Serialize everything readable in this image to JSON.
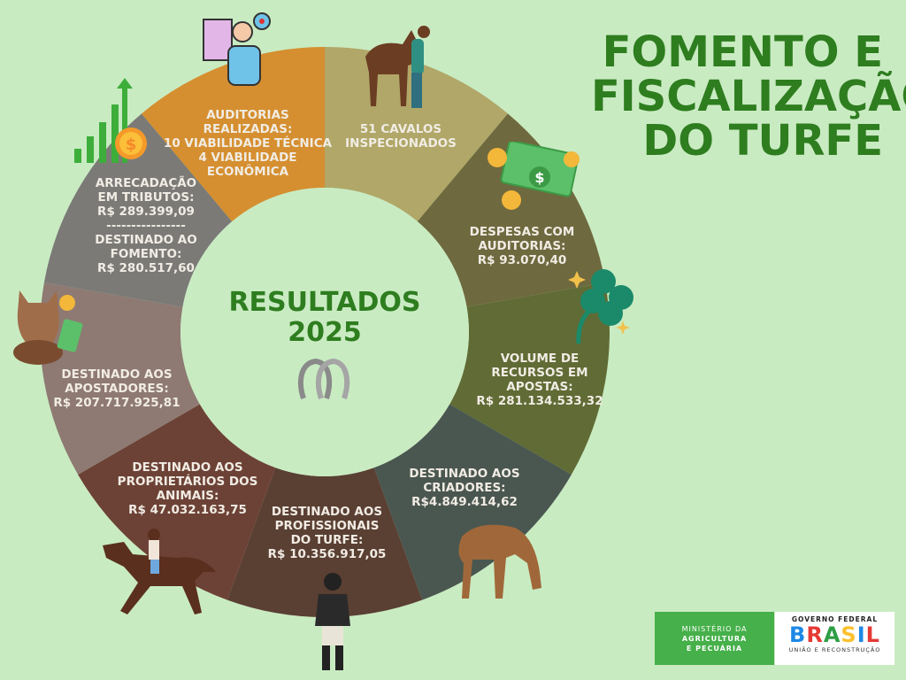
{
  "title": "FOMENTO E\nFISCALIZAÇÃO\nDO TURFE",
  "center": {
    "title": "RESULTADOS\n2025",
    "icon": "horseshoe-icon"
  },
  "segments": [
    {
      "label": "AUDITORIAS\nREALIZADAS:\n10 VIABILIDADE TÉCNICA\n4 VIABILIDADE\nECONÔMICA",
      "color": "#b0a768",
      "icon": "auditor-checklist-icon"
    },
    {
      "label": "51 CAVALOS\nINSPECIONADOS",
      "color": "#6f693f",
      "icon": "horse-vet-icon"
    },
    {
      "label": "DESPESAS COM\nAUDITORIAS:\nR$ 93.070,40",
      "color": "#606b35",
      "icon": "money-icon"
    },
    {
      "label": "VOLUME DE\nRECURSOS EM\nAPOSTAS:\nR$ 281.134.533,32",
      "color": "#4a5750",
      "icon": "clover-icon"
    },
    {
      "label": "DESTINADO AOS\nCRIADORES:\nR$4.849.414,62",
      "color": "#5a3f33",
      "icon": "grazing-horse-icon"
    },
    {
      "label": "DESTINADO AOS\nPROFISSIONAIS\nDO TURFE:\nR$ 10.356.917,05",
      "color": "#6d4236",
      "icon": "jockey-icon"
    },
    {
      "label": "DESTINADO AOS\nPROPRIETÁRIOS DOS\nANIMAIS:\nR$ 47.032.163,75",
      "color": "#8e7a73",
      "icon": "rider-horse-icon"
    },
    {
      "label": "DESTINADO AOS\nAPOSTADORES:\nR$ 207.717.925,81",
      "color": "#7b7a77",
      "icon": "horse-money-icon"
    },
    {
      "label": "ARRECADAÇÃO\nEM TRIBUTOS:\nR$ 289.399,09\n----------------\nDESTINADO AO\nFOMENTO:\nR$ 280.517,60",
      "color": "#d58f30",
      "icon": "growth-chart-icon"
    }
  ],
  "background": "#c9ebc2",
  "accent": "#2e7d1f",
  "logos": {
    "ministry": {
      "line1": "MINISTÉRIO DA",
      "line2": "AGRICULTURA",
      "line3": "E PECUÁRIA"
    },
    "government": {
      "top": "GOVERNO FEDERAL",
      "brand": "BRASIL",
      "tagline": "UNIÃO E RECONSTRUÇÃO"
    }
  }
}
